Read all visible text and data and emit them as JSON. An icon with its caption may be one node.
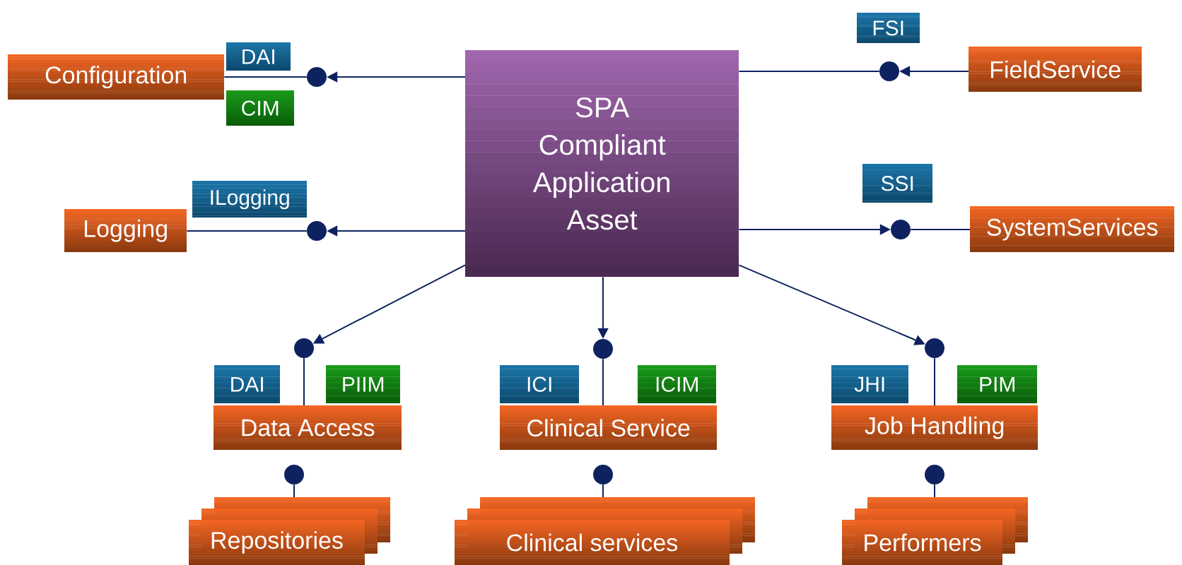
{
  "diagram": {
    "nodes": [
      {
        "text": [
          "DAI"
        ]
      },
      {
        "text": [
          "Configuration"
        ]
      },
      {
        "text": [
          "CIM"
        ]
      },
      {
        "text": [
          "SPA Compliant Application Asset"
        ]
      },
      {
        "text": [
          "FSI"
        ]
      },
      {
        "text": [
          "FieldService"
        ]
      },
      {
        "text": [
          "ILogging"
        ]
      },
      {
        "text": [
          "Logging"
        ]
      },
      {
        "text": [
          "SSI"
        ]
      },
      {
        "text": [
          "SystemServices"
        ]
      },
      {
        "text": [
          "DAI"
        ]
      },
      {
        "text": [
          "PIIM"
        ]
      },
      {
        "text": [
          "Data Access"
        ]
      },
      {
        "text": [
          "ICI"
        ]
      },
      {
        "text": [
          "ICIM"
        ]
      },
      {
        "text": [
          "Clinical Service"
        ]
      },
      {
        "text": [
          "JHI"
        ]
      },
      {
        "text": [
          "PIM"
        ]
      },
      {
        "text": [
          "Job Handling"
        ]
      },
      {
        "text": [
          "Repositories"
        ]
      },
      {
        "text": [
          "Clinical services"
        ]
      },
      {
        "text": [
          "Performers"
        ]
      },
      {
        "text": [],
        "shape": "circle"
      },
      {
        "text": [],
        "shape": "circle"
      },
      {
        "text": [],
        "shape": "circle"
      },
      {
        "text": [],
        "shape": "circle"
      },
      {
        "text": [],
        "shape": "circle"
      },
      {
        "text": [],
        "shape": "circle"
      },
      {
        "text": [],
        "shape": "circle"
      },
      {
        "text": [],
        "shape": "circle"
      },
      {
        "text": [],
        "shape": "circle"
      },
      {
        "text": [],
        "shape": "circle"
      }
    ],
    "edges": [
      {
        "from": 3,
        "to": 22,
        "arrow": "to"
      },
      {
        "from": 22,
        "to": 1,
        "arrow": "none"
      },
      {
        "from": 5,
        "to": 23,
        "arrow": "to"
      },
      {
        "from": 23,
        "to": 3,
        "arrow": "none"
      },
      {
        "from": 3,
        "to": 24,
        "arrow": "to"
      },
      {
        "from": 24,
        "to": 7,
        "arrow": "none"
      },
      {
        "from": 3,
        "to": 25,
        "arrow": "to"
      },
      {
        "from": 25,
        "to": 9,
        "arrow": "none"
      },
      {
        "from": 3,
        "to": 26,
        "arrow": "to"
      },
      {
        "from": 26,
        "to": 12,
        "arrow": "none"
      },
      {
        "from": 3,
        "to": 27,
        "arrow": "to"
      },
      {
        "from": 27,
        "to": 15,
        "arrow": "none"
      },
      {
        "from": 3,
        "to": 28,
        "arrow": "to"
      },
      {
        "from": 28,
        "to": 18,
        "arrow": "none"
      },
      {
        "from": 29,
        "to": 19,
        "arrow": "none"
      },
      {
        "from": 30,
        "to": 20,
        "arrow": "none"
      },
      {
        "from": 31,
        "to": 21,
        "arrow": "none"
      }
    ]
  }
}
